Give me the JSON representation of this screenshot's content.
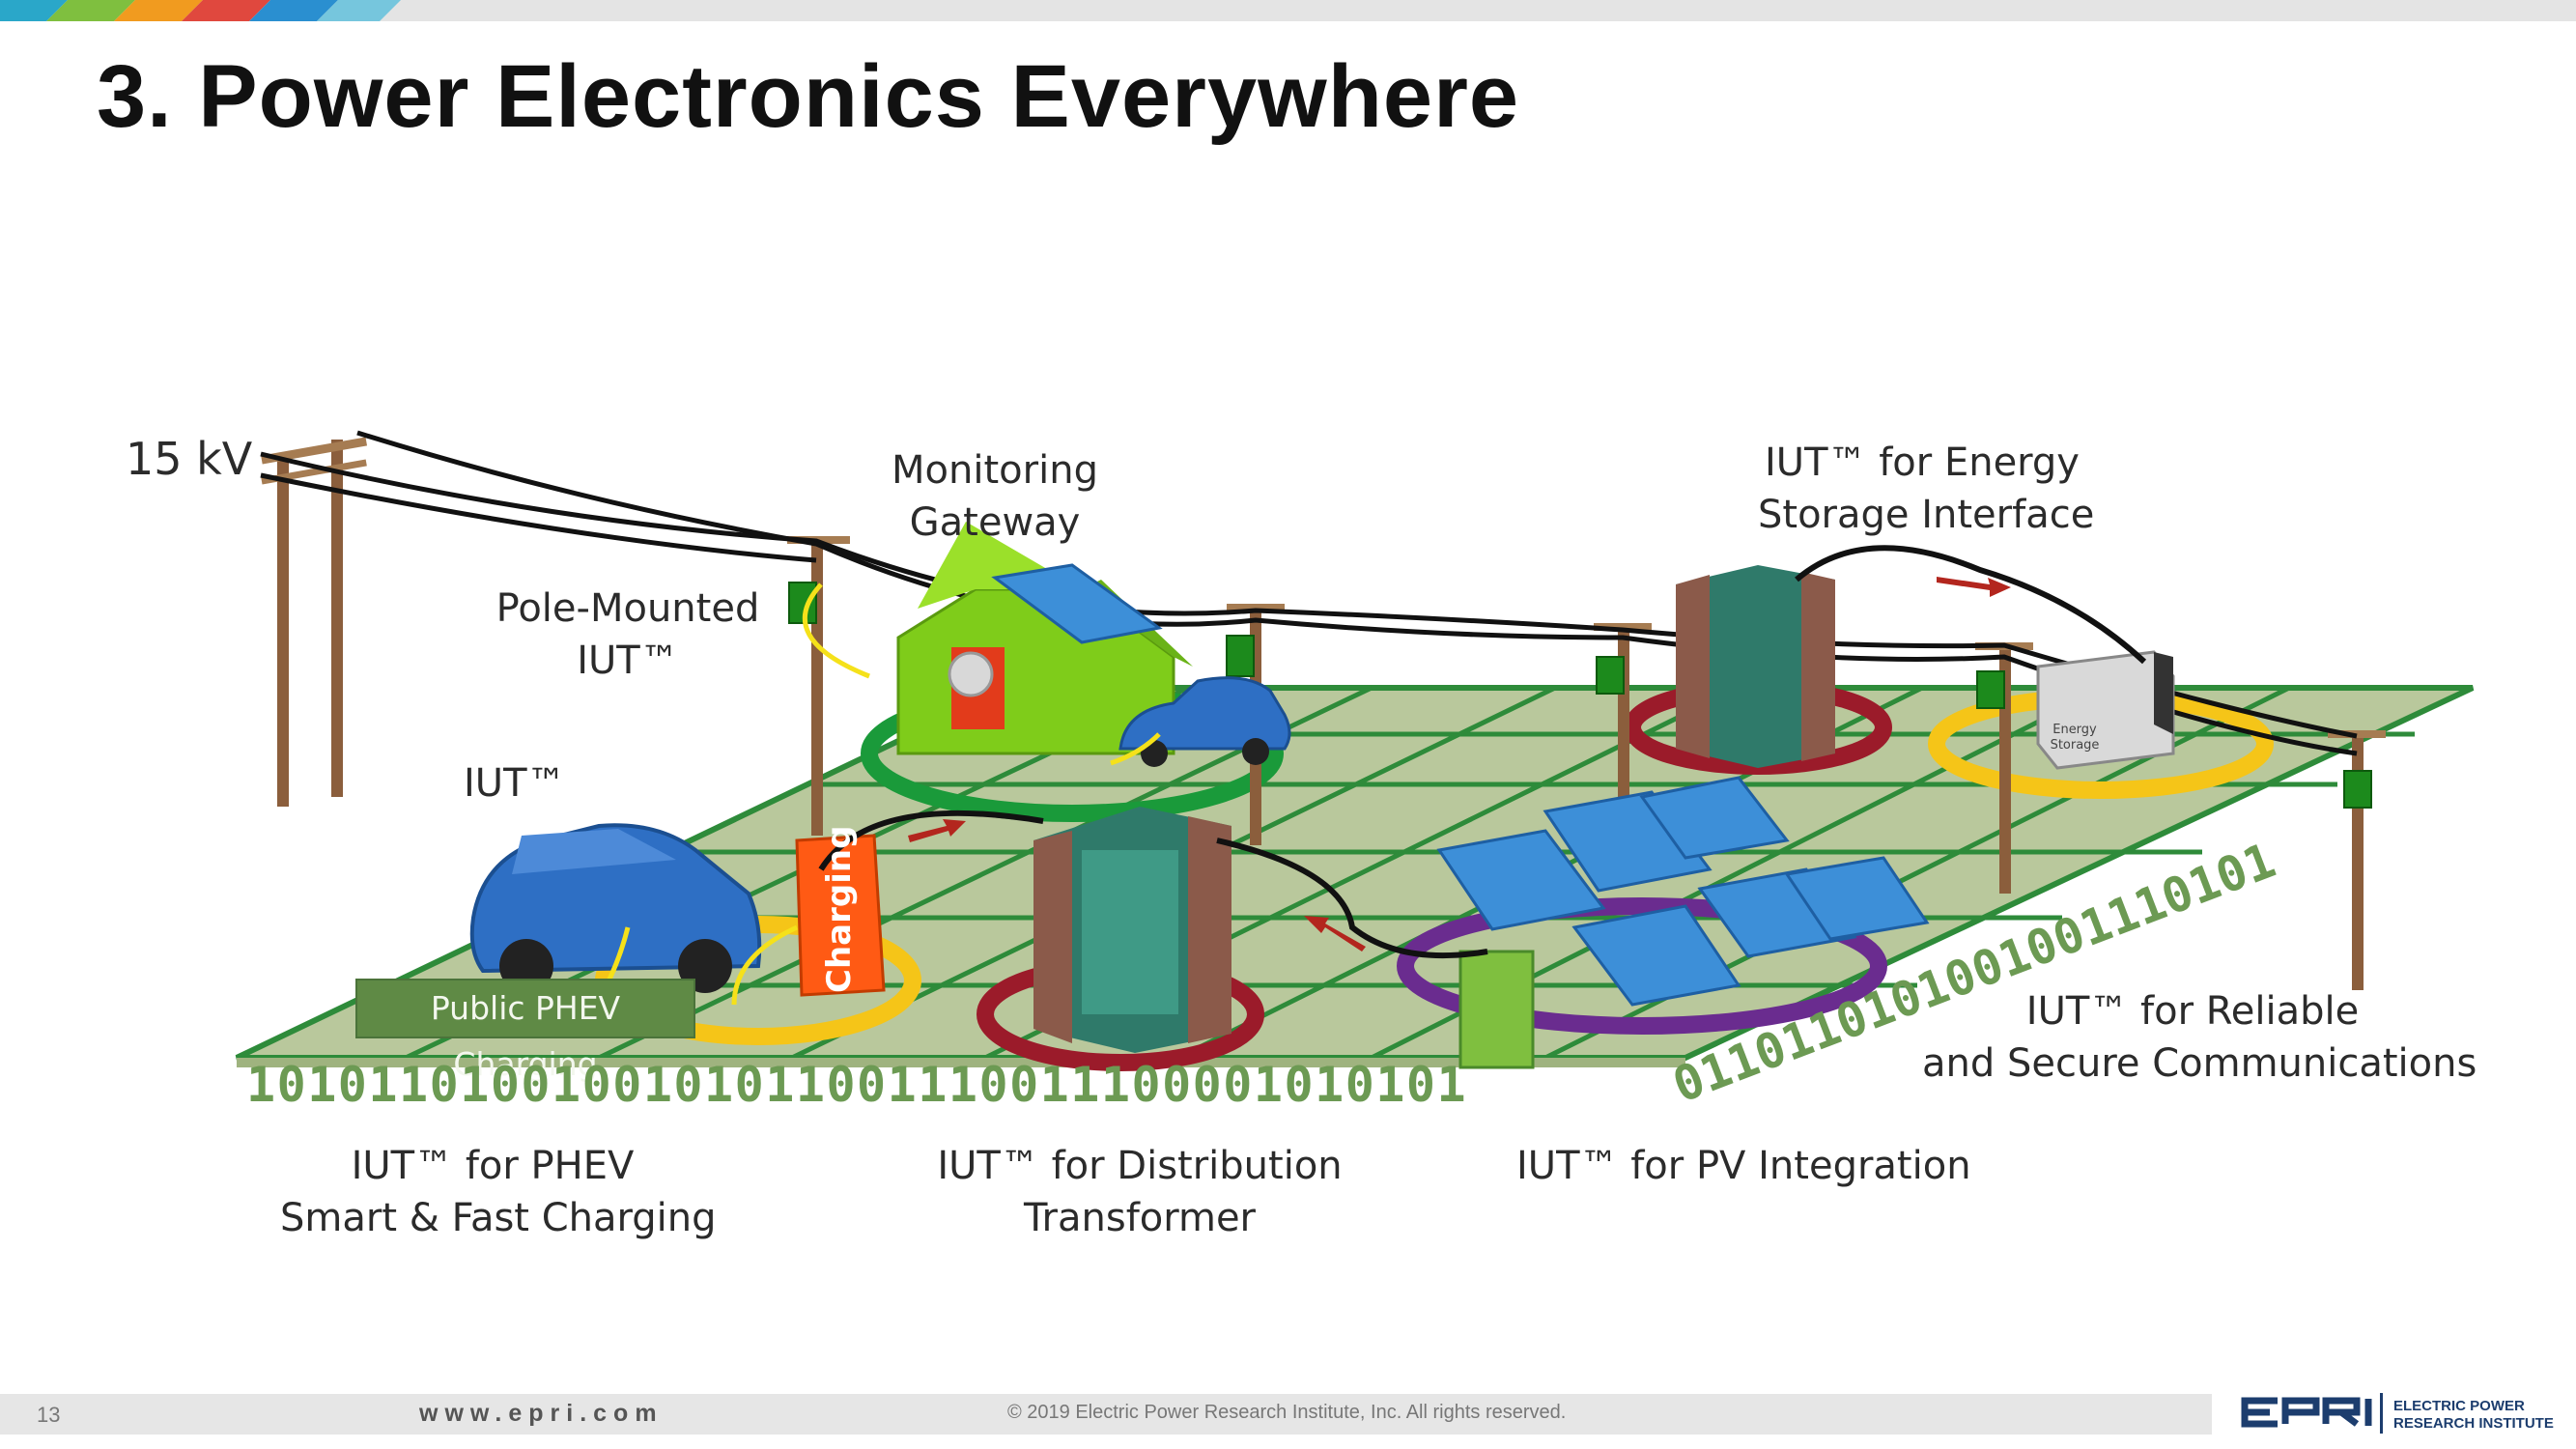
{
  "slide": {
    "title": "3. Power Electronics Everywhere",
    "page_number": "13",
    "website": "www.epri.com",
    "copyright": "© 2019 Electric Power Research Institute, Inc. All rights reserved.",
    "logo_text": "EPRI",
    "logo_tagline": [
      "ELECTRIC POWER",
      "RESEARCH INSTITUTE"
    ]
  },
  "diagram": {
    "voltage": "15 kV",
    "labels": {
      "monitoring_gateway": [
        "Monitoring",
        "Gateway"
      ],
      "pole_mounted": [
        "Pole-Mounted",
        "IUT™"
      ],
      "iut": "IUT™",
      "energy_storage": [
        "IUT™ for Energy",
        "Storage Interface"
      ],
      "reliable_comm": [
        "IUT™ for Reliable",
        "and Secure Communications"
      ],
      "phev": [
        "IUT™ for PHEV",
        "Smart & Fast Charging"
      ],
      "distribution": [
        "IUT™ for Distribution",
        "Transformer"
      ],
      "pv": "IUT™ for PV Integration"
    },
    "public_sign": "Public PHEV Charging",
    "charging_sign": "Charging",
    "energy_storage_box": [
      "Energy",
      "Storage"
    ],
    "binary_front": "1010110100100101011001110011100001010101",
    "binary_side": "0110110101001001110101",
    "colors": {
      "grid_fill": "#b8c79b",
      "grid_lines": "#2e8b3a",
      "house": "#7fcc1a",
      "car": "#2e6fc4",
      "charging": "#ff5a14",
      "transformer": "#8b5a4a",
      "ring_red": "#9b1b2a",
      "ring_yellow": "#f5c518",
      "ring_purple": "#6a2c8f",
      "ring_green": "#1a9a3a",
      "solar": "#3d8fd8"
    }
  }
}
